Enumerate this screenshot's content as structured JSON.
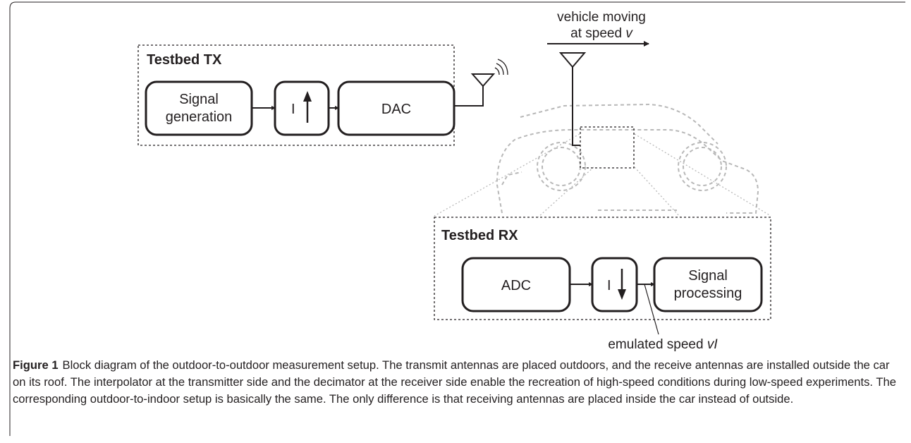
{
  "figure": {
    "tx_title": "Testbed TX",
    "rx_title": "Testbed RX",
    "tx_blocks": {
      "signal_generation": [
        "Signal",
        "generation"
      ],
      "interpolator_symbol": "I",
      "dac": "DAC"
    },
    "rx_blocks": {
      "adc": "ADC",
      "decimator_symbol": "I",
      "signal_processing": [
        "Signal",
        "processing"
      ]
    },
    "vehicle_label": [
      "vehicle moving",
      "at speed "
    ],
    "vehicle_speed_symbol": "v",
    "emulated_label": "emulated speed ",
    "emulated_symbol": "vI"
  },
  "caption": {
    "label": "Figure 1",
    "text": "Block diagram of the outdoor-to-outdoor measurement setup. The transmit antennas are placed outdoors, and the receive antennas are installed outside the car on its roof. The interpolator at the transmitter side and the decimator at the receiver side enable the recreation of high-speed conditions during low-speed experiments. The corresponding outdoor-to-indoor setup is basically the same. The only difference is that receiving antennas are placed inside the car instead of outside."
  }
}
